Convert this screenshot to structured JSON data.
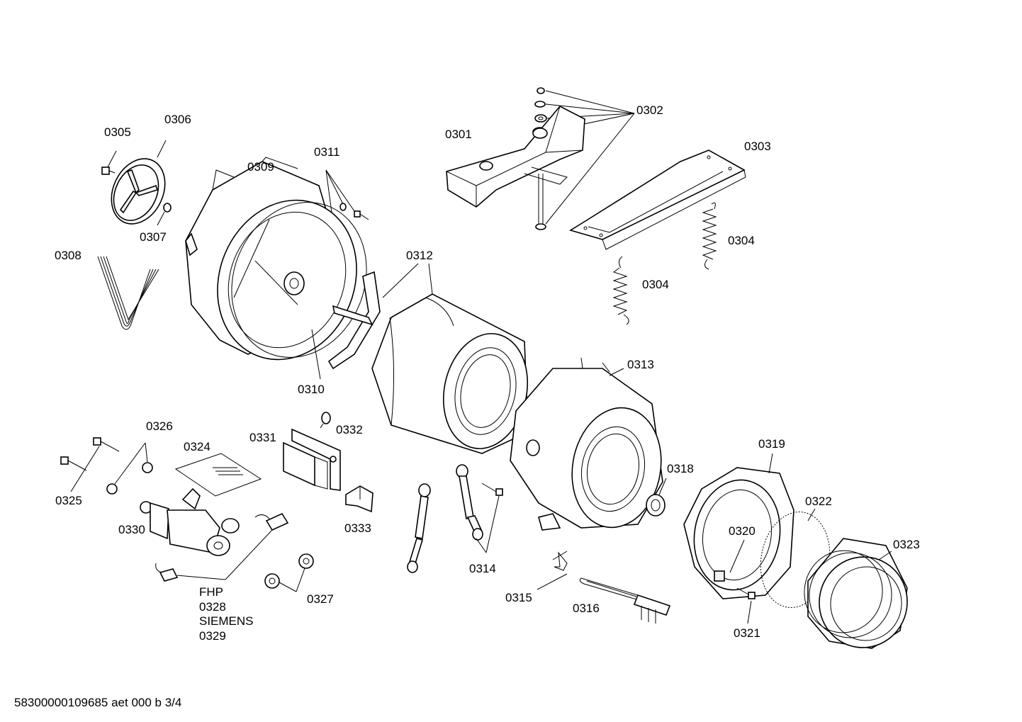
{
  "diagram": {
    "footer": "58300000109685 aet 000 b 3/4",
    "labels": {
      "p0301": "0301",
      "p0302": "0302",
      "p0303": "0303",
      "p0304a": "0304",
      "p0304b": "0304",
      "p0305": "0305",
      "p0306": "0306",
      "p0307": "0307",
      "p0308": "0308",
      "p0309": "0309",
      "p0310": "0310",
      "p0311": "0311",
      "p0312": "0312",
      "p0313": "0313",
      "p0314": "0314",
      "p0315": "0315",
      "p0316": "0316",
      "p0318": "0318",
      "p0319": "0319",
      "p0320": "0320",
      "p0321": "0321",
      "p0322": "0322",
      "p0323": "0323",
      "p0324": "0324",
      "p0325": "0325",
      "p0326": "0326",
      "p0327": "0327",
      "p0328": "0328",
      "p0329": "0329",
      "p0330": "0330",
      "p0331": "0331",
      "p0332": "0332",
      "p0333": "0333",
      "fhp": "FHP",
      "siemens": "SIEMENS"
    }
  }
}
